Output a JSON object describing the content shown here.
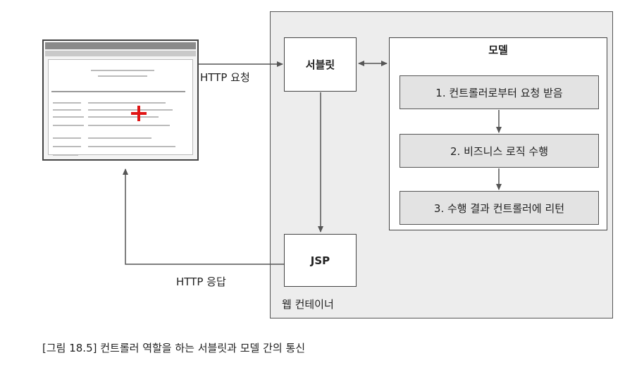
{
  "diagram": {
    "container_label": "웹 컨테이너",
    "servlet_label": "서블릿",
    "jsp_label": "JSP",
    "model": {
      "title": "모델",
      "steps": [
        "1. 컨트롤러로부터 요청 받음",
        "2. 비즈니스 로직 수행",
        "3. 수행 결과 컨트롤러에 리턴"
      ]
    },
    "http_request_label": "HTTP 요청",
    "http_response_label": "HTTP 응답",
    "caption": "[그림 18.5] 컨트롤러 역할을 하는 서블릿과 모델 간의 통신"
  },
  "colors": {
    "container_bg": "#ededed",
    "step_bg": "#e3e3e3",
    "cursor": "#e01515"
  },
  "icons": {
    "browser": "browser-window-icon",
    "cursor": "red-cross-cursor-icon"
  }
}
